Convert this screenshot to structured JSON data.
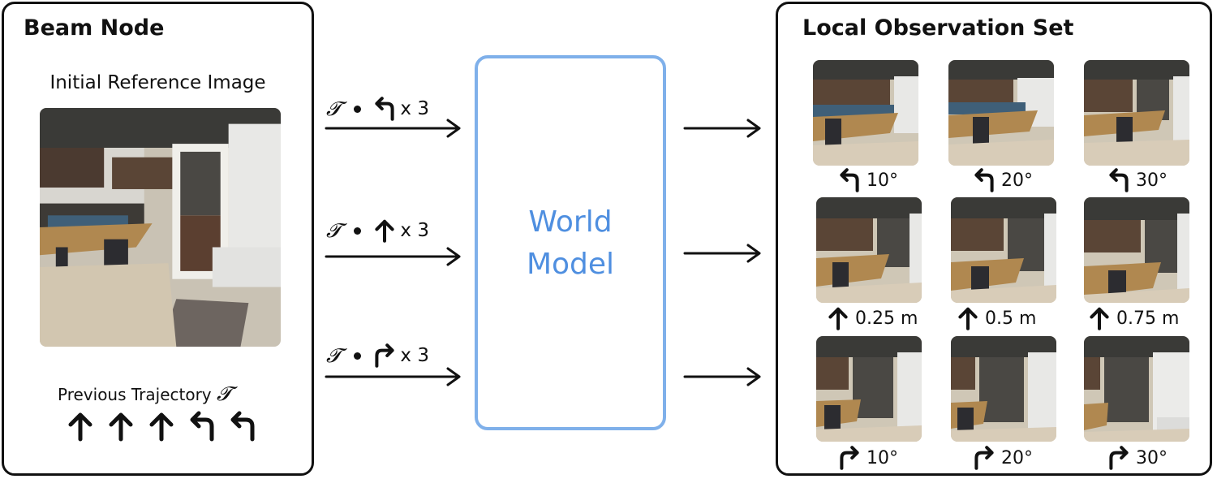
{
  "beam_node": {
    "title": "Beam Node",
    "reference_label": "Initial Reference Image",
    "previous_label": "Previous Trajectory",
    "tau": "𝓣",
    "trajectory": [
      "up-arrow-icon",
      "up-arrow-icon",
      "up-arrow-icon",
      "turn-left-icon",
      "turn-left-icon"
    ]
  },
  "actions": [
    {
      "tau": "𝓣",
      "icon": "turn-left-icon",
      "repeat": "x 3"
    },
    {
      "tau": "𝓣",
      "icon": "up-arrow-icon",
      "repeat": "x 3"
    },
    {
      "tau": "𝓣",
      "icon": "turn-right-icon",
      "repeat": "x 3"
    }
  ],
  "world_model": {
    "line1": "World",
    "line2": "Model",
    "color": "#4f8fe0",
    "border": "#7fb0ea"
  },
  "observation_set": {
    "title": "Local Observation Set",
    "captions": [
      [
        "10°",
        "20°",
        "30°"
      ],
      [
        "0.25 m",
        "0.5 m",
        "0.75 m"
      ],
      [
        "10°",
        "20°",
        "30°"
      ]
    ]
  }
}
